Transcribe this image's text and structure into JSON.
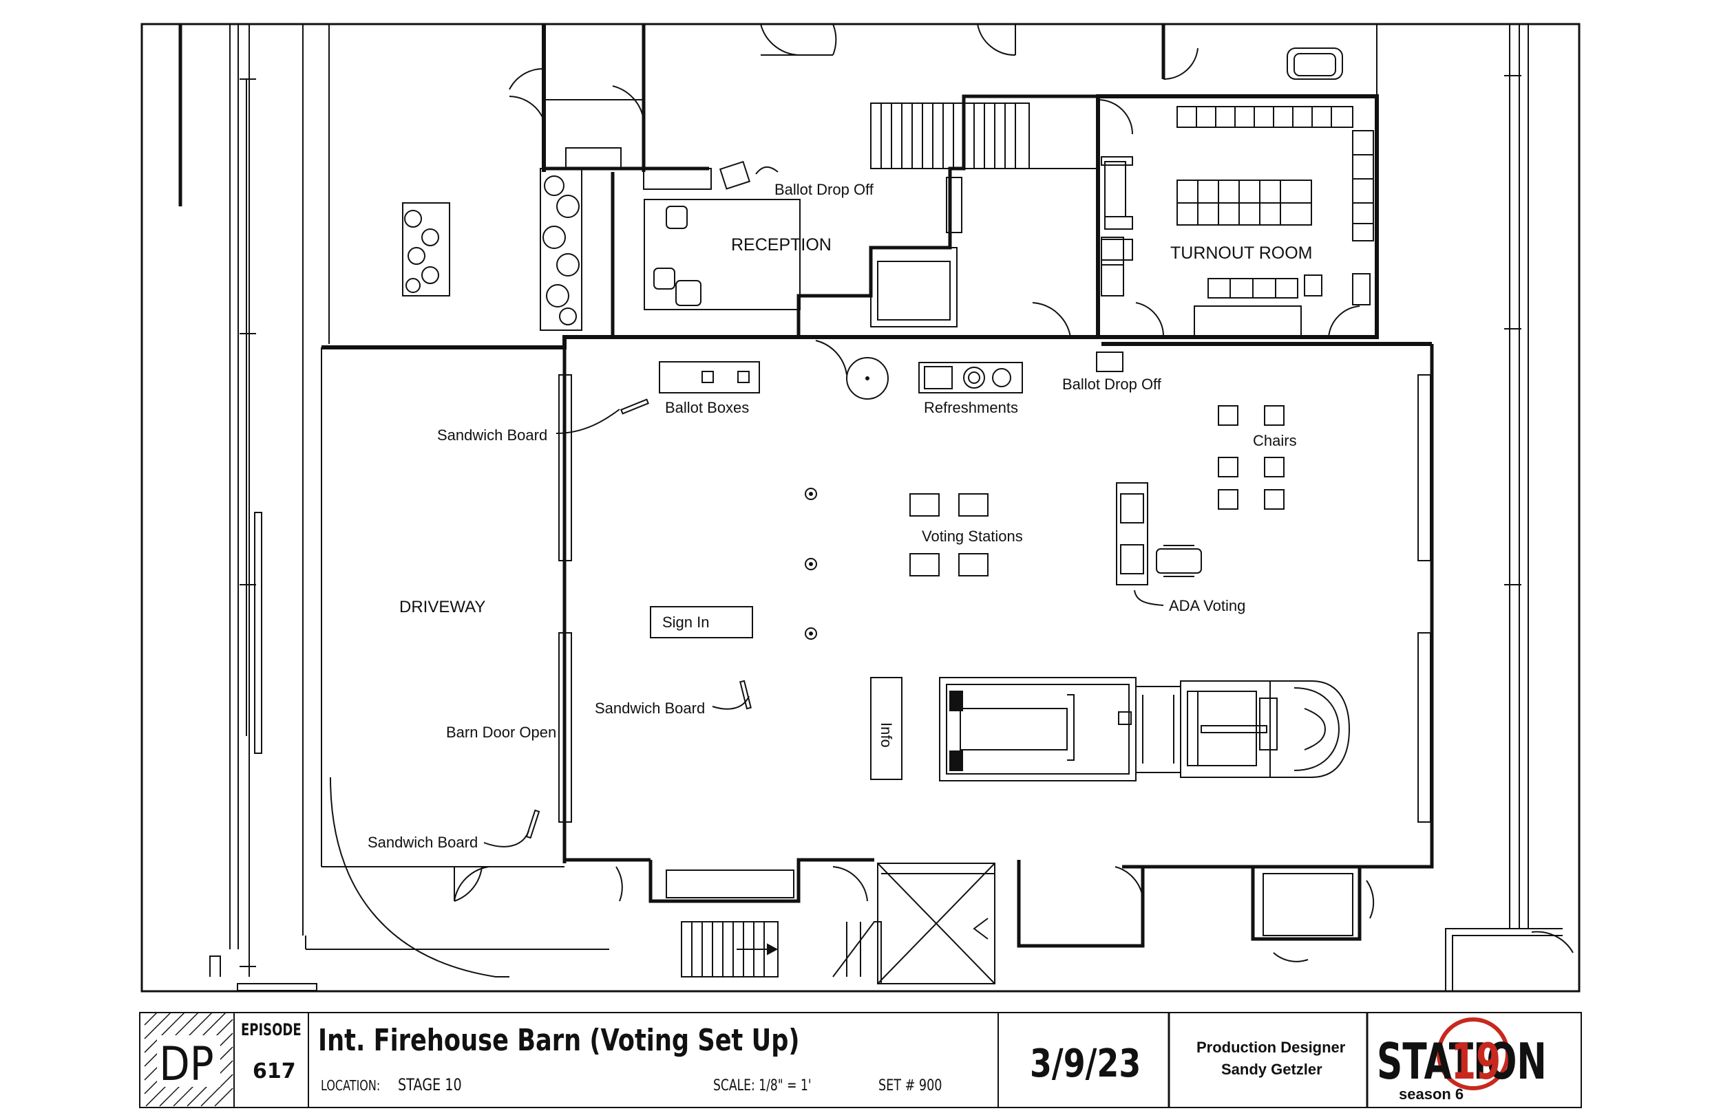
{
  "plan": {
    "rooms": {
      "reception": "RECEPTION",
      "turnout_room": "TURNOUT ROOM",
      "driveway": "DRIVEWAY"
    },
    "annotations": {
      "ballot_drop_off_upper": "Ballot Drop Off",
      "ballot_drop_off_lower": "Ballot Drop Off",
      "ballot_boxes": "Ballot Boxes",
      "refreshments": "Refreshments",
      "chairs": "Chairs",
      "voting_stations": "Voting Stations",
      "ada_voting": "ADA Voting",
      "sign_in": "Sign In",
      "info": "Info",
      "sandwich_board_1": "Sandwich Board",
      "sandwich_board_2": "Sandwich Board",
      "sandwich_board_3": "Sandwich Board",
      "barn_door_open": "Barn Door Open"
    }
  },
  "title_block": {
    "logo_text": "DP",
    "episode_label": "EPISODE",
    "episode_number": "617",
    "set_title": "Int. Firehouse Barn (Voting Set Up)",
    "location_label": "LOCATION:",
    "location_value": "STAGE 10",
    "scale_text": "SCALE: 1/8\" = 1'",
    "set_number": "SET # 900",
    "date": "3/9/23",
    "designer_role": "Production Designer",
    "designer_name": "Sandy Getzler",
    "show_name": "STATION",
    "show_number": "19",
    "season": "season 6"
  },
  "colors": {
    "line": "#111111",
    "brand_red": "#c8281e",
    "paper": "#ffffff"
  }
}
